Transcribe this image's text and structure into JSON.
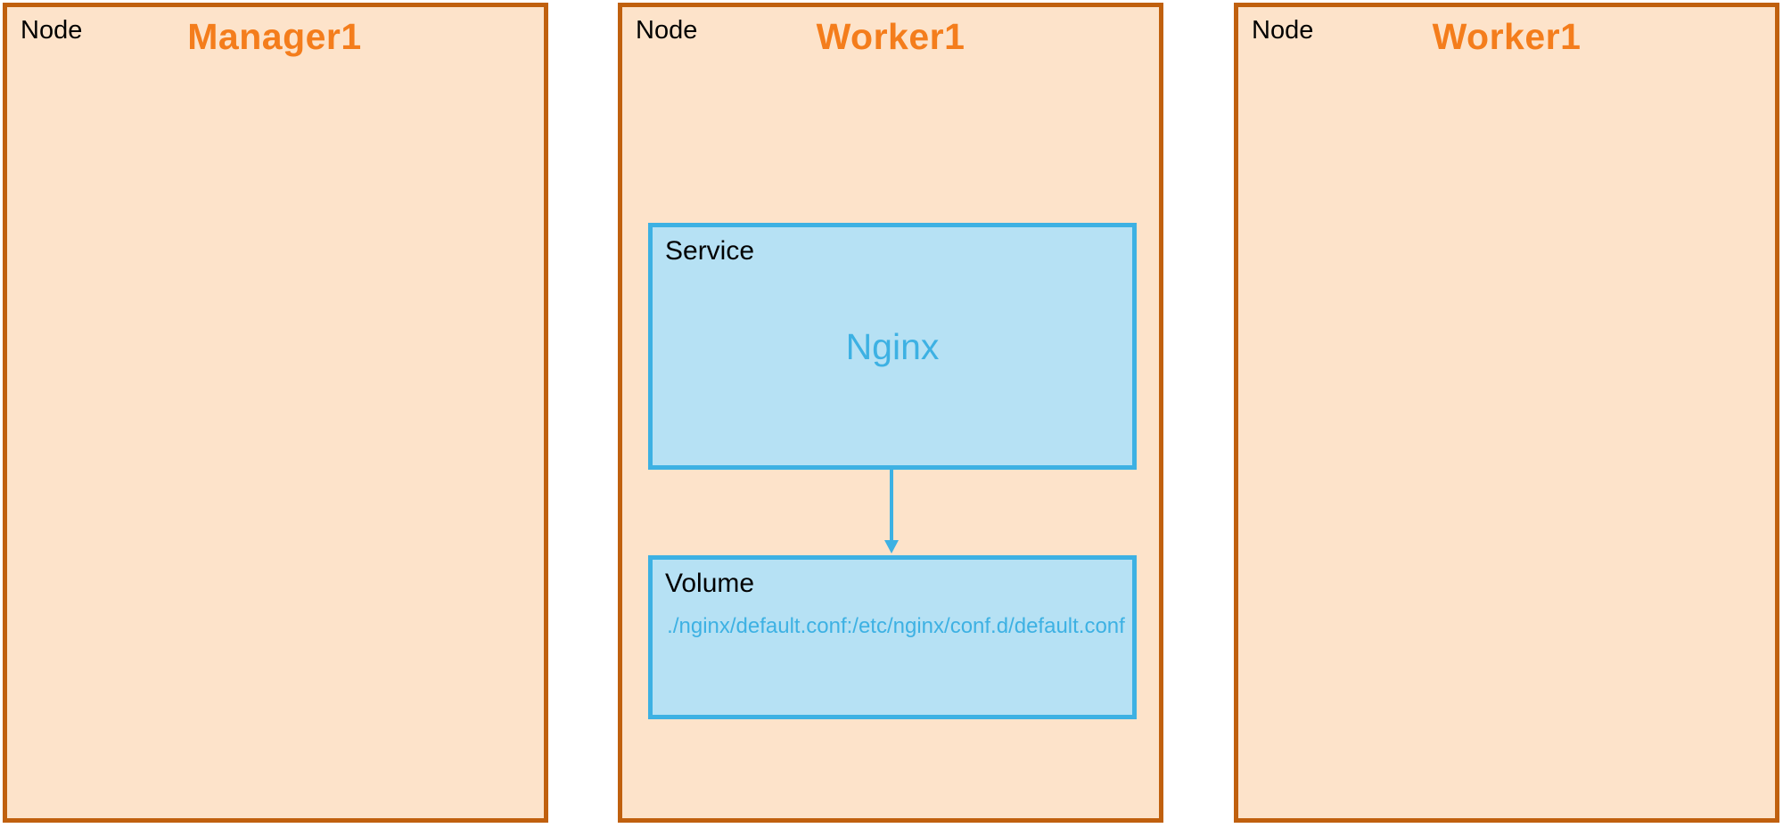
{
  "colors": {
    "node_border": "#C0600E",
    "node_fill": "#FDE3CA",
    "node_name": "#F47D1C",
    "component_border": "#3DB1E3",
    "component_fill": "#B6E1F4",
    "component_text": "#3DB1E3",
    "label_text": "#000000"
  },
  "nodes": [
    {
      "kind_label": "Node",
      "name": "Manager1"
    },
    {
      "kind_label": "Node",
      "name": "Worker1",
      "service": {
        "kind_label": "Service",
        "name": "Nginx"
      },
      "volume": {
        "kind_label": "Volume",
        "mapping": "./nginx/default.conf:/etc/nginx/conf.d/default.conf"
      }
    },
    {
      "kind_label": "Node",
      "name": "Worker1"
    }
  ],
  "edges": [
    {
      "from": "service",
      "to": "volume",
      "arrow": "end"
    }
  ]
}
